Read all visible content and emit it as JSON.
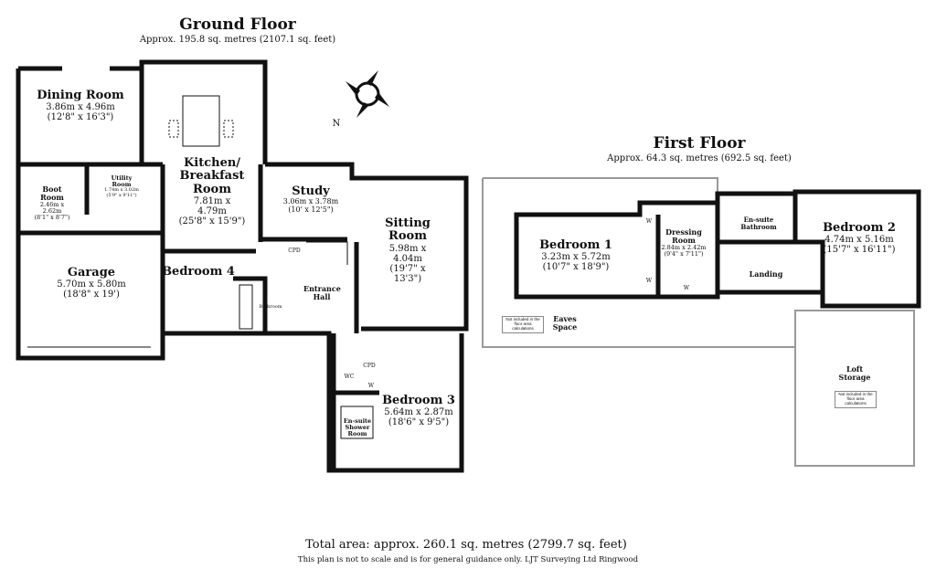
{
  "ground_floor": {
    "title": "Ground Floor",
    "area": "Approx. 195.8 sq. metres (2107.1 sq. feet)",
    "rooms": [
      {
        "name": "Dining Room",
        "metric": "3.86m x 4.96m",
        "imperial": "(12'8\" x 16'3\")"
      },
      {
        "name": "Kitchen/ Breakfast Room",
        "metric": "7.81m x 4.79m",
        "imperial": "(25'8\" x 15'9\")"
      },
      {
        "name": "Boot Room",
        "metric": "2.46m x 2.62m",
        "imperial": "(8'1\" x 8'7\")"
      },
      {
        "name": "Utility Room",
        "metric": "1.74m x 3.02m",
        "imperial": "(5'9\" x 9'11\")"
      },
      {
        "name": "Study",
        "metric": "3.06m x 3.78m",
        "imperial": "(10' x 12'5\")"
      },
      {
        "name": "Sitting Room",
        "metric": "5.98m x 4.04m",
        "imperial": "(19'7\" x 13'3\")"
      },
      {
        "name": "Garage",
        "metric": "5.70m x 5.80m",
        "imperial": "(18'8\" x 19')"
      },
      {
        "name": "Bedroom 4"
      },
      {
        "name": "Entrance Hall"
      },
      {
        "name": "Bathroom"
      },
      {
        "name": "Bedroom 3",
        "metric": "5.64m x 2.87m",
        "imperial": "(18'6\" x 9'5\")"
      },
      {
        "name": "En-suite Shower Room"
      }
    ],
    "labels": {
      "cpd": "CPD",
      "wc": "WC",
      "w": "W"
    }
  },
  "first_floor": {
    "title": "First Floor",
    "area": "Approx. 64.3 sq. metres (692.5 sq. feet)",
    "rooms": [
      {
        "name": "Bedroom 1",
        "metric": "3.23m x 5.72m",
        "imperial": "(10'7\" x 18'9\")"
      },
      {
        "name": "Dressing Room",
        "metric": "2.84m x 2.42m",
        "imperial": "(9'4\" x 7'11\")"
      },
      {
        "name": "En-suite Bathroom"
      },
      {
        "name": "Bedroom 2",
        "metric": "4.74m x 5.16m",
        "imperial": "(15'7\" x 16'11\")"
      },
      {
        "name": "Landing"
      },
      {
        "name": "Eaves Space"
      },
      {
        "name": "Loft Storage"
      }
    ],
    "exclusion_note": "Not included in the floor area calculations",
    "labels": {
      "w": "W"
    }
  },
  "compass": {
    "icon": "compass-rose-icon",
    "label": "N"
  },
  "footer": {
    "total": "Total area: approx. 260.1 sq. metres (2799.7 sq. feet)",
    "disclaimer": "This plan is not to scale and is for general guidance only. LJT Surveying Ltd Ringwood"
  }
}
